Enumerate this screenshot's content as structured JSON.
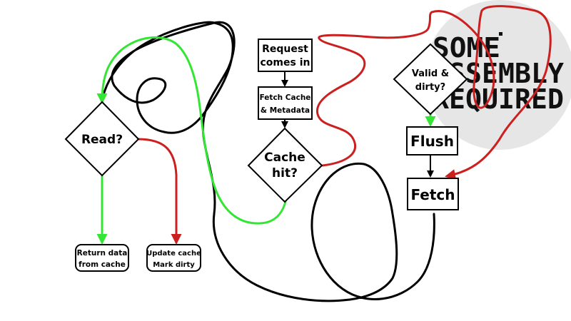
{
  "logo": {
    "line1": "SOME",
    "line2": "ASSEMBLY",
    "line3": "REQUIRED",
    "circle_color": "#e6e6e6"
  },
  "nodes": {
    "request": {
      "line1": "Request",
      "line2": "comes in"
    },
    "fetch_meta": {
      "line1": "Fetch Cache",
      "line2": "& Metadata"
    },
    "cache_hit": {
      "line1": "Cache",
      "line2": "hit?"
    },
    "read": {
      "line1": "Read?"
    },
    "return_data": {
      "line1": "Return data",
      "line2": "from cache"
    },
    "update_cache": {
      "line1": "Update cache",
      "line2": "Mark dirty"
    },
    "valid_dirty": {
      "line1": "Valid &",
      "line2": "dirty?"
    },
    "flush": {
      "line1": "Flush"
    },
    "fetch": {
      "line1": "Fetch"
    }
  },
  "colors": {
    "yes": "#33e633",
    "no": "#cc1f1f",
    "line": "#000000"
  }
}
